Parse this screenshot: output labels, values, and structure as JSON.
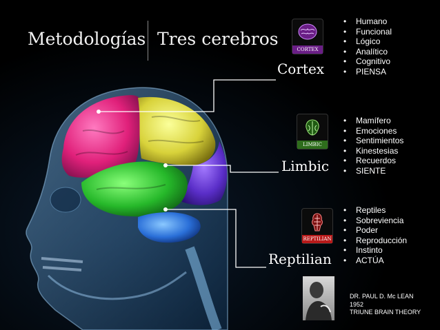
{
  "title": {
    "left": "Metodologías",
    "right": "Tres cerebros"
  },
  "sections": {
    "cortex": {
      "badge_caption": "CORTEX",
      "label": "Cortex",
      "items": [
        "Humano",
        "Funcional",
        "Lógico",
        "Analítico",
        "Cognitivo",
        "PIENSA"
      ]
    },
    "limbic": {
      "badge_caption": "LIMBIC",
      "label": "Limbic",
      "items": [
        "Mamífero",
        "Emociones",
        "Sentimientos",
        "Kinestesias",
        "Recuerdos",
        "SIENTE"
      ]
    },
    "reptilian": {
      "badge_caption": "REPTILIAN",
      "label": "Reptilian",
      "items": [
        "Reptiles",
        "Sobreviencia",
        "Poder",
        "Reproducción",
        "Instinto",
        "ACTÚA"
      ]
    }
  },
  "credit": {
    "line1": "DR. PAUL D. Mc LEAN",
    "line2": "1952",
    "line3": "TRIUNE BRAIN THEORY"
  },
  "colors": {
    "cortex_accent": "#6a1e86",
    "limbic_accent": "#2e6d1c",
    "reptilian_accent": "#b81a1a",
    "brain_pink": "#e0207a",
    "brain_yellow": "#e6e24a",
    "brain_green": "#2ec030",
    "brain_purple": "#6a3ad0",
    "brain_blue": "#2a6fd8"
  }
}
